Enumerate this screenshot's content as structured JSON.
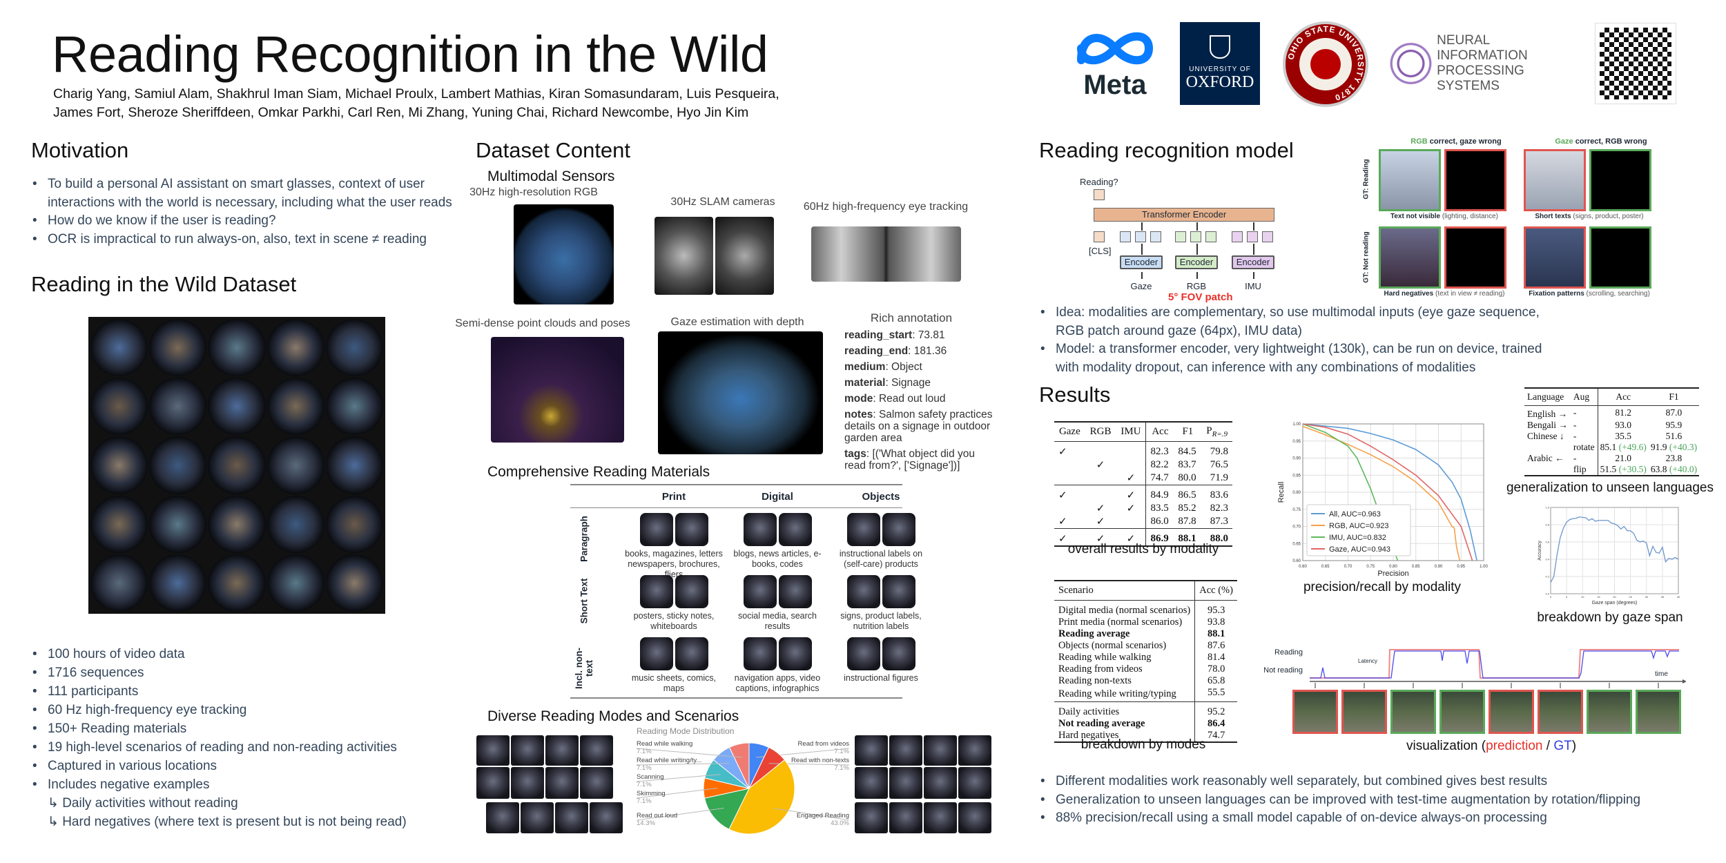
{
  "header": {
    "title": "Reading Recognition in the Wild",
    "authors_line1": "Charig Yang, Samiul Alam, Shakhrul Iman Siam, Michael Proulx, Lambert Mathias, Kiran Somasundaram, Luis Pesqueira,",
    "authors_line2": "James Fort, Sheroze Sheriffdeen, Omkar Parkhi, Carl Ren, Mi Zhang, Yuning Chai, Richard Newcombe, Hyo Jin Kim",
    "logos": {
      "meta": "Meta",
      "oxford_top": "UNIVERSITY OF",
      "oxford_bottom": "OXFORD",
      "ohio": "OHIO STATE UNIVERSITY 1870",
      "neurips_1": "NEURAL INFORMATION",
      "neurips_2": "PROCESSING SYSTEMS"
    }
  },
  "motivation": {
    "heading": "Motivation",
    "bullets": [
      "To build a personal AI assistant on smart glasses, context of user interactions with the world is necessary, including what the user reads",
      "How do we know if the user is reading?",
      "OCR is impractical to run always-on, also, text in scene ≠ reading"
    ]
  },
  "dataset": {
    "heading": "Reading in the Wild Dataset",
    "bullets": [
      "100 hours of video data",
      "1716 sequences",
      "111 participants",
      "60 Hz high-frequency eye tracking",
      "150+ Reading materials",
      "19 high-level scenarios of reading and non-reading activities",
      "Captured in various locations",
      "Includes negative examples"
    ],
    "sub_bullets": [
      "↳ Daily activities without reading",
      "↳ Hard negatives (where text is present but is not being read)"
    ]
  },
  "content": {
    "heading": "Dataset Content",
    "sensors_heading": "Multimodal Sensors",
    "rgb": "30Hz high-resolution RGB",
    "slam": "30Hz SLAM cameras",
    "eye": "60Hz high-frequency eye tracking",
    "points": "Semi-dense point clouds and poses",
    "gaze_depth": "Gaze estimation with depth",
    "annotation": {
      "heading": "Rich annotation",
      "fields": [
        {
          "key": "reading_start",
          "value": ": 73.81"
        },
        {
          "key": "reading_end",
          "value": ": 181.36"
        },
        {
          "key": "medium",
          "value": ": Object"
        },
        {
          "key": "material",
          "value": ": Signage"
        },
        {
          "key": "mode",
          "value": ": Read out loud"
        },
        {
          "key": "notes",
          "value": ": Salmon safety practices details on a signage in outdoor garden area"
        },
        {
          "key": "tags",
          "value": ": [('What object did you read from?', ['Signage'])]"
        }
      ]
    },
    "materials": {
      "heading": "Comprehensive Reading Materials",
      "columns": [
        "Print",
        "Digital",
        "Objects"
      ],
      "rows": [
        {
          "label": "Paragraph",
          "cells": [
            "books, magazines, letters newspapers, brochures, fliers",
            "blogs, news articles, e-books, codes",
            "instructional labels on (self-care) products"
          ]
        },
        {
          "label": "Short Text",
          "cells": [
            "posters, sticky notes, whiteboards",
            "social media, search results",
            "signs, product labels, nutrition labels"
          ]
        },
        {
          "label": "Incl. non-text",
          "cells": [
            "music sheets, comics, maps",
            "navigation apps, video captions, infographics",
            "instructional figures"
          ]
        }
      ]
    },
    "modes_heading": "Diverse Reading Modes and Scenarios"
  },
  "model": {
    "heading": "Reading recognition model",
    "diagram": {
      "output": "Reading?",
      "transformer": "Transformer Encoder",
      "cls": "[CLS]",
      "encoder": "Encoder",
      "inputs": [
        "Gaze",
        "RGB",
        "IMU"
      ],
      "fov": "5° FOV patch"
    },
    "failures": {
      "col1_title_a": "RGB",
      "col1_title_b": " correct, gaze wrong",
      "col2_title_a": "Gaze",
      "col2_title_b": " correct, RGB wrong",
      "row1": "GT: Reading",
      "row2": "GT: Not reading",
      "cap": [
        {
          "b": "Text not visible",
          "r": " (lighting, distance)"
        },
        {
          "b": "Short texts",
          "r": " (signs, product, poster)"
        },
        {
          "b": "Hard negatives",
          "r": " (text in view ≠ reading)"
        },
        {
          "b": "Fixation patterns",
          "r": " (scrolling, searching)"
        }
      ]
    },
    "bullets": [
      "Idea: modalities are complementary, so use multimodal inputs (eye gaze sequence, RGB patch around gaze (64px), IMU data)",
      "Model: a transformer encoder, very lightweight (130k), can be run on device, trained with modality dropout, can inference with any combinations of modalities"
    ]
  },
  "results": {
    "heading": "Results",
    "modality_table": {
      "headers": [
        "Gaze",
        "RGB",
        "IMU",
        "Acc",
        "F1",
        "P"
      ],
      "p_sub": "R=.9",
      "check": "✓",
      "rows": [
        {
          "g": "✓",
          "r": "",
          "i": "",
          "acc": "82.3",
          "f1": "84.5",
          "p": "79.8"
        },
        {
          "g": "",
          "r": "✓",
          "i": "",
          "acc": "82.2",
          "f1": "83.7",
          "p": "76.5"
        },
        {
          "g": "",
          "r": "",
          "i": "✓",
          "acc": "74.7",
          "f1": "80.0",
          "p": "71.9"
        },
        {
          "g": "✓",
          "r": "",
          "i": "✓",
          "acc": "84.9",
          "f1": "86.5",
          "p": "83.6"
        },
        {
          "g": "",
          "r": "✓",
          "i": "✓",
          "acc": "83.5",
          "f1": "85.2",
          "p": "82.3"
        },
        {
          "g": "✓",
          "r": "✓",
          "i": "",
          "acc": "86.0",
          "f1": "87.8",
          "p": "87.3"
        },
        {
          "g": "✓",
          "r": "✓",
          "i": "✓",
          "acc": "86.9",
          "f1": "88.1",
          "p": "88.0"
        }
      ],
      "caption": "overall results by modality"
    },
    "scenario_table": {
      "headers": [
        "Scenario",
        "Acc (%)"
      ],
      "rows": [
        {
          "s": "Digital media (normal scenarios)",
          "v": "95.3"
        },
        {
          "s": "Print media (normal scenarios)",
          "v": "93.8"
        },
        {
          "s": "Reading average",
          "v": "88.1",
          "bold": true
        },
        {
          "s": "Objects (normal scenarios)",
          "v": "87.6"
        },
        {
          "s": "Reading while walking",
          "v": "81.4"
        },
        {
          "s": "Reading from videos",
          "v": "78.0"
        },
        {
          "s": "Reading non-texts",
          "v": "65.8"
        },
        {
          "s": "Reading while writing/typing",
          "v": "55.5"
        },
        {
          "s": "Daily activities",
          "v": "95.2"
        },
        {
          "s": "Not reading average",
          "v": "86.4",
          "bold": true
        },
        {
          "s": "Hard negatives",
          "v": "74.7"
        }
      ],
      "caption": "breakdown by modes"
    },
    "language_table": {
      "headers": [
        "Language",
        "Aug",
        "Acc",
        "F1"
      ],
      "rows": [
        {
          "l": "English →",
          "a": "-",
          "acc": "81.2",
          "acc_d": "",
          "f1": "87.0",
          "f1_d": ""
        },
        {
          "l": "Bengali →",
          "a": "-",
          "acc": "93.0",
          "acc_d": "",
          "f1": "95.9",
          "f1_d": ""
        },
        {
          "l": "Chinese ↓",
          "a": "-",
          "acc": "35.5",
          "acc_d": "",
          "f1": "51.6",
          "f1_d": ""
        },
        {
          "l": "",
          "a": "rotate",
          "acc": "85.1",
          "acc_d": " (+49.6)",
          "f1": "91.9",
          "f1_d": " (+40.3)"
        },
        {
          "l": "Arabic ←",
          "a": "-",
          "acc": "21.0",
          "acc_d": "",
          "f1": "23.8",
          "f1_d": ""
        },
        {
          "l": "",
          "a": "flip",
          "acc": "51.5",
          "acc_d": " (+30.5)",
          "f1": "63.8",
          "f1_d": " (+40.0)"
        }
      ],
      "caption": "generalization to unseen languages"
    },
    "pr_caption": "precision/recall by modality",
    "span_caption": "breakdown by gaze span",
    "vis": {
      "reading": "Reading",
      "not_reading": "Not reading",
      "latency": "Latency",
      "time": "time",
      "cap_a": "visualization (",
      "cap_pred": "prediction",
      "cap_sep": " / ",
      "cap_gt": "GT",
      "cap_b": ")"
    },
    "bullets": [
      "Different modalities work reasonably well separately, but combined gives best results",
      "Generalization to unseen languages can be improved with test-time augmentation by rotation/flipping",
      "88% precision/recall using a small model capable of on-device always-on processing"
    ]
  },
  "colors": {
    "green": "#5aa95a",
    "red": "#e0554f",
    "blue": "#2f3fe0",
    "accent_red": "#e8302a"
  },
  "chart_data": [
    {
      "type": "line",
      "title": "",
      "xlabel": "Precision",
      "ylabel": "Recall",
      "xlim": [
        0.6,
        1.0
      ],
      "ylim": [
        0.6,
        1.0
      ],
      "xticks": [
        "0.60",
        "0.65",
        "0.70",
        "0.75",
        "0.80",
        "0.85",
        "0.90",
        "0.95",
        "1.00"
      ],
      "yticks": [
        "0.60",
        "0.65",
        "0.70",
        "0.75",
        "0.80",
        "0.85",
        "0.90",
        "0.95",
        "1.00"
      ],
      "grid": true,
      "legend": "bottom-left",
      "series": [
        {
          "name": "All, AUC=0.963",
          "color": "#5b9bd5",
          "x": [
            0.6,
            0.7,
            0.75,
            0.8,
            0.85,
            0.9,
            0.93,
            0.95,
            0.97,
            0.985
          ],
          "y": [
            1.0,
            0.987,
            0.972,
            0.953,
            0.925,
            0.88,
            0.83,
            0.78,
            0.69,
            0.6
          ]
        },
        {
          "name": "RGB, AUC=0.923",
          "color": "#f5a04a",
          "x": [
            0.6,
            0.65,
            0.7,
            0.75,
            0.8,
            0.85,
            0.9,
            0.93,
            0.935,
            0.94,
            0.947
          ],
          "y": [
            0.993,
            0.968,
            0.94,
            0.91,
            0.875,
            0.83,
            0.77,
            0.7,
            0.695,
            0.64,
            0.6
          ]
        },
        {
          "name": "IMU, AUC=0.832",
          "color": "#5cb85c",
          "x": [
            0.6,
            0.65,
            0.7,
            0.72,
            0.75,
            0.78,
            0.81
          ],
          "y": [
            1.0,
            0.975,
            0.935,
            0.9,
            0.81,
            0.7,
            0.6
          ]
        },
        {
          "name": "Gaze, AUC=0.943",
          "color": "#e06666",
          "x": [
            0.6,
            0.65,
            0.7,
            0.75,
            0.8,
            0.85,
            0.9,
            0.95,
            0.975
          ],
          "y": [
            1.0,
            0.99,
            0.97,
            0.935,
            0.895,
            0.85,
            0.79,
            0.7,
            0.6
          ]
        }
      ]
    },
    {
      "type": "line",
      "xlabel": "Gaze span (degrees)",
      "ylabel": "Accuracy",
      "xlim": [
        0,
        40
      ],
      "ylim": [
        0,
        1.0
      ],
      "xticks": [
        "0",
        "5",
        "10",
        "15",
        "20",
        "25",
        "30",
        "35",
        "40"
      ],
      "yticks": [
        "0.0",
        "0.2",
        "0.4",
        "0.6",
        "0.8",
        "1.0"
      ],
      "grid": true,
      "series": [
        {
          "name": "Accuracy",
          "color": "#6d95cc",
          "x": [
            0,
            1,
            2,
            3,
            4,
            5,
            6,
            7,
            8,
            9,
            10,
            11,
            12,
            13,
            14,
            15,
            16,
            17,
            18,
            19,
            20,
            21,
            22,
            23,
            24,
            25,
            26,
            27,
            28,
            29,
            30,
            31,
            32,
            33,
            34,
            35,
            36,
            37,
            38,
            39,
            40
          ],
          "y": [
            0.13,
            0.2,
            0.45,
            0.65,
            0.76,
            0.83,
            0.86,
            0.87,
            0.875,
            0.89,
            0.885,
            0.88,
            0.85,
            0.87,
            0.84,
            0.85,
            0.85,
            0.85,
            0.85,
            0.82,
            0.81,
            0.79,
            0.75,
            0.78,
            0.73,
            0.73,
            0.7,
            0.62,
            0.6,
            0.61,
            0.59,
            0.44,
            0.55,
            0.48,
            0.47,
            0.54,
            0.37,
            0.41,
            0.4,
            0.42,
            0.4
          ]
        }
      ]
    },
    {
      "type": "pie",
      "title": "Reading Mode Distribution",
      "slices": [
        {
          "label": "Read from videos",
          "value": 7.1,
          "pct": "7.1%",
          "color": "#4285f4",
          "side": "right"
        },
        {
          "label": "Read with non-texts",
          "value": 7.1,
          "pct": "7.1%",
          "color": "#ea4335",
          "side": "right"
        },
        {
          "label": "Engaged Reading",
          "value": 43.0,
          "pct": "43.0%",
          "color": "#fbbc04",
          "side": "right"
        },
        {
          "label": "Read out loud",
          "value": 14.3,
          "pct": "14.3%",
          "color": "#34a853",
          "side": "left"
        },
        {
          "label": "Skimming",
          "value": 7.1,
          "pct": "7.1%",
          "color": "#ff6d01",
          "side": "left"
        },
        {
          "label": "Scanning",
          "value": 7.1,
          "pct": "7.1%",
          "color": "#46bdc6",
          "side": "left"
        },
        {
          "label": "Read while writing/ty...",
          "value": 7.1,
          "pct": "7.1%",
          "color": "#7baaf7",
          "side": "left"
        },
        {
          "label": "Read while walking",
          "value": 7.1,
          "pct": "7.1%",
          "color": "#f07b72",
          "side": "left"
        }
      ]
    }
  ]
}
